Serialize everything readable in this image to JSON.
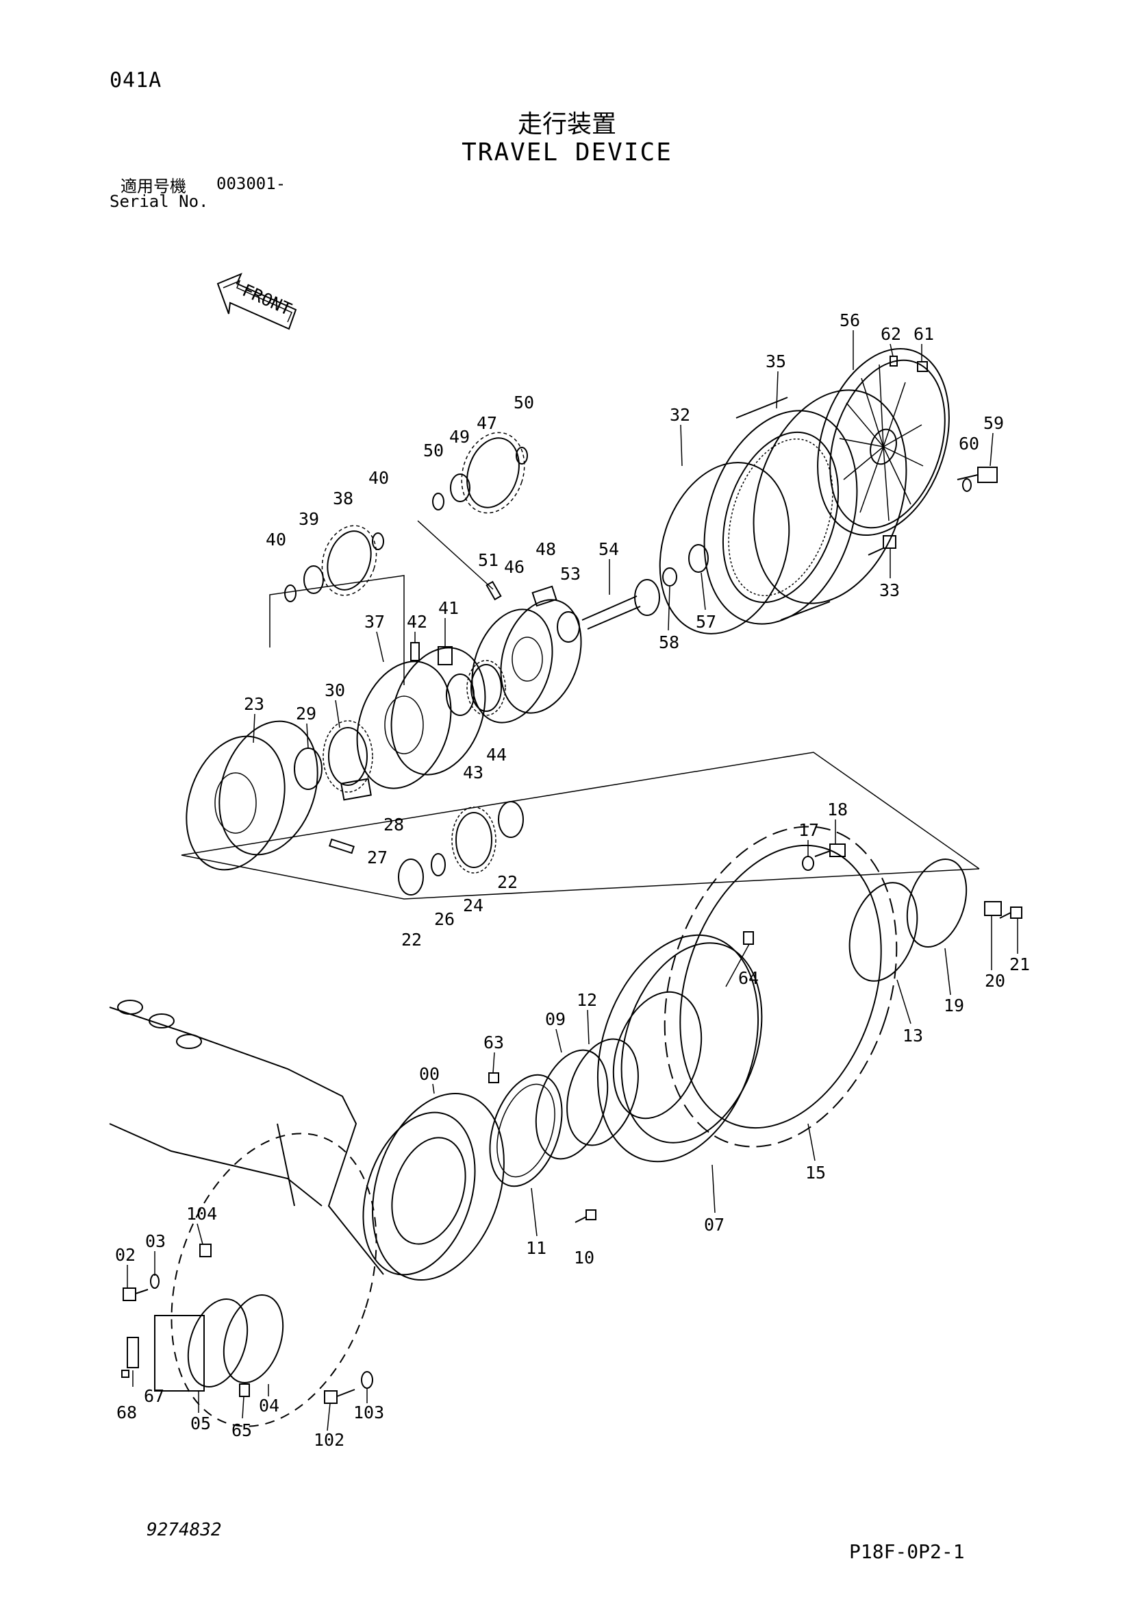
{
  "header": {
    "page_code": "041A",
    "title_jp": "走行装置",
    "title_en": "TRAVEL DEVICE",
    "serial_label_jp": "適用号機",
    "serial_from": "003001-",
    "serial_label_en": "Serial No."
  },
  "front_arrow": {
    "label": "FRONT"
  },
  "part_labels": [
    "56",
    "62",
    "61",
    "35",
    "59",
    "60",
    "32",
    "50",
    "47",
    "49",
    "50",
    "40",
    "38",
    "39",
    "40",
    "48",
    "51",
    "46",
    "53",
    "54",
    "33",
    "57",
    "58",
    "42",
    "41",
    "37",
    "30",
    "23",
    "29",
    "44",
    "43",
    "18",
    "17",
    "28",
    "27",
    "22",
    "22",
    "26",
    "24",
    "21",
    "20",
    "19",
    "13",
    "64",
    "63",
    "09",
    "12",
    "00",
    "104",
    "03",
    "02",
    "11",
    "10",
    "07",
    "15",
    "67",
    "68",
    "05",
    "65",
    "04",
    "102",
    "103"
  ],
  "footer": {
    "drawing_no": "9274832",
    "sheet_code": "P18F-0P2-1"
  }
}
